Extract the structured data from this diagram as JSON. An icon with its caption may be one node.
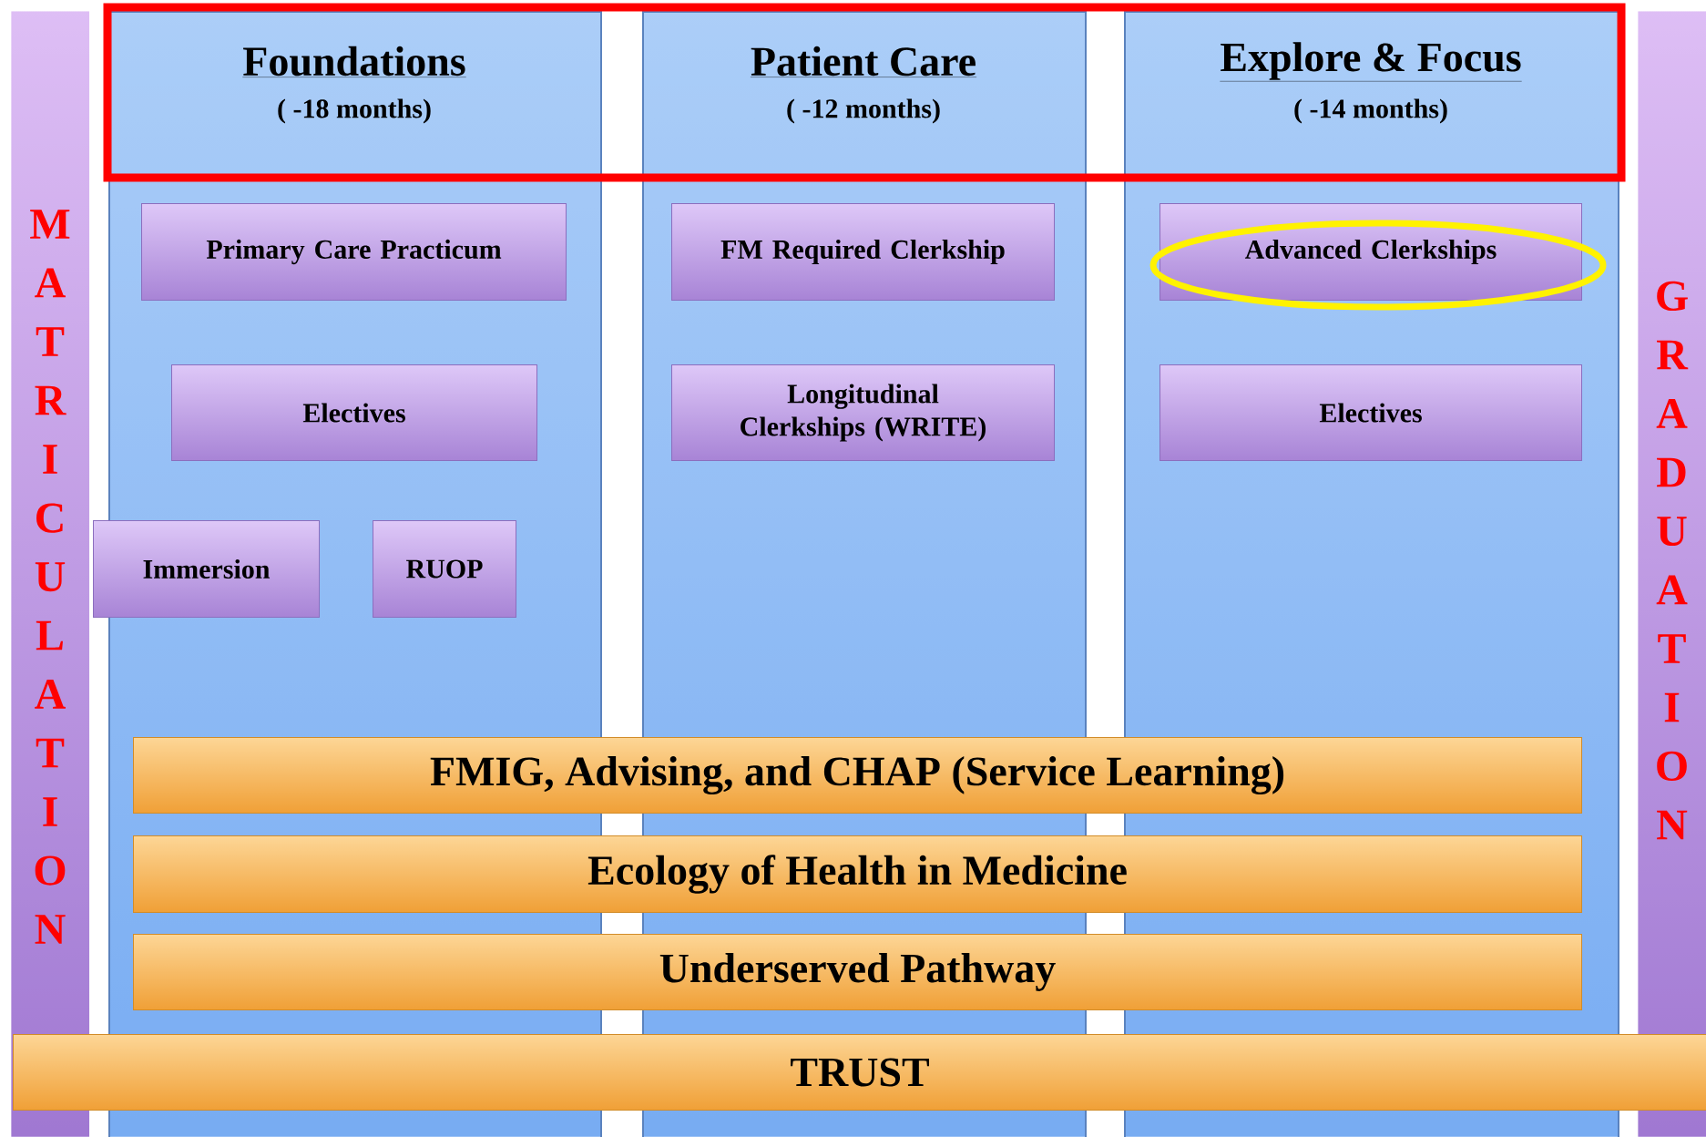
{
  "diagram": {
    "nodes": [
      {
        "text": [
          "MATRICULATION"
        ]
      },
      {
        "text": [
          "Foundations",
          "( -18 months)"
        ]
      },
      {
        "text": [
          "Primary Care Practicum"
        ],
        "in": 1
      },
      {
        "text": [
          "Electives"
        ],
        "in": 1
      },
      {
        "text": [
          "Immersion"
        ]
      },
      {
        "text": [
          "RUOP"
        ],
        "in": 1
      },
      {
        "text": [
          "Patient Care",
          "( -12 months)"
        ]
      },
      {
        "text": [
          "FM Required Clerkship"
        ],
        "in": 6
      },
      {
        "text": [
          "Longitudinal Clerkships (WRITE)"
        ],
        "in": 6
      },
      {
        "text": [
          "Explore & Focus",
          "( -14 months)"
        ]
      },
      {
        "text": [
          "Advanced Clerkships"
        ],
        "in": 9
      },
      {
        "text": [
          "Electives"
        ],
        "in": 9
      },
      {
        "text": [
          "GRADUATION"
        ]
      },
      {
        "text": [
          "FMIG, Advising, and CHAP (Service Learning)"
        ]
      },
      {
        "text": [
          "Ecology of Health in Medicine"
        ]
      },
      {
        "text": [
          "Underserved Pathway"
        ]
      },
      {
        "text": [
          "TRUST"
        ]
      }
    ]
  }
}
